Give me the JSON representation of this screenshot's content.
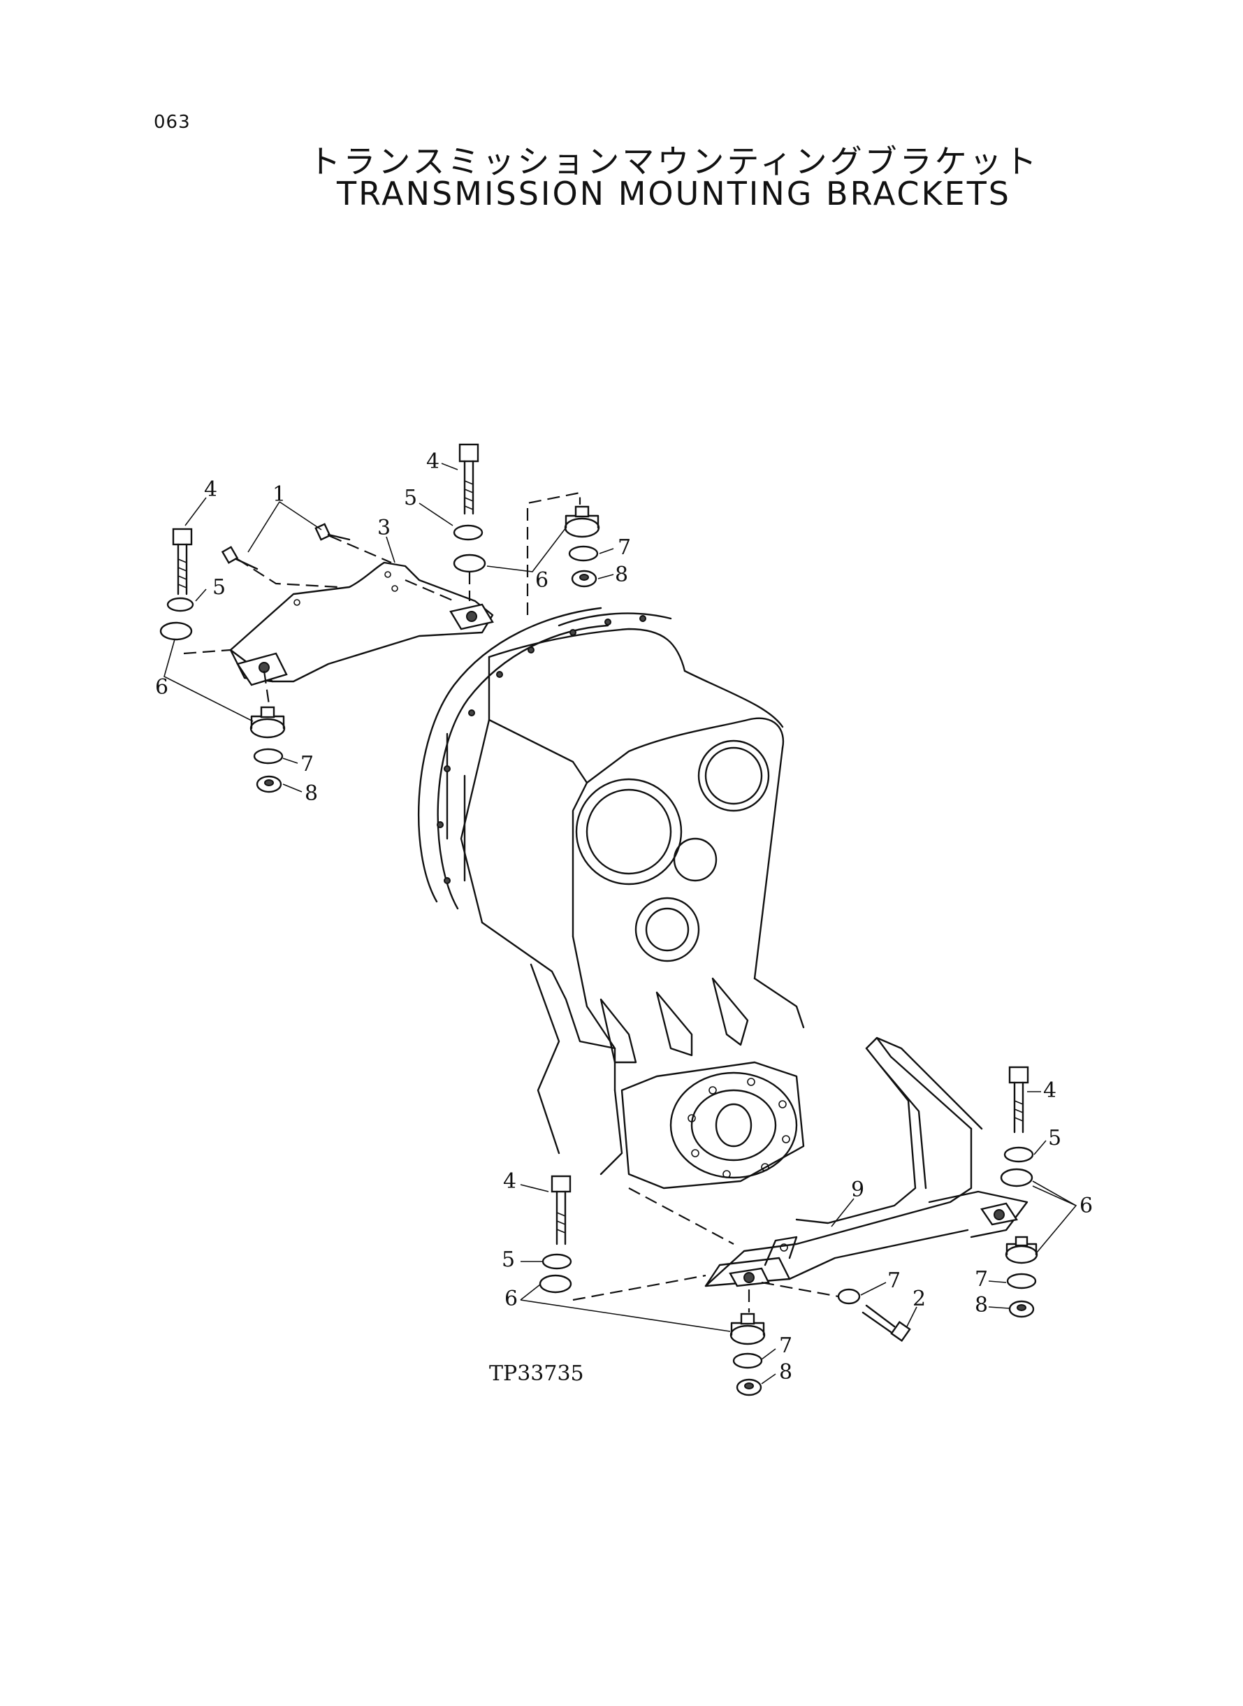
{
  "page_number": "063",
  "title_jp": "トランスミッションマウンティングブラケット",
  "title_en": "TRANSMISSION MOUNTING BRACKETS",
  "figure_code": "TP33735",
  "callouts": {
    "left_bolt_4": "4",
    "left_washer_5": "5",
    "left_bolts_1": "1",
    "left_bracket_3": "3",
    "left_mount_6": "6",
    "left_washer_7": "7",
    "left_nut_8": "8",
    "top_bolt_4": "4",
    "top_washer_5": "5",
    "top_mount_6": "6",
    "top_washer_7": "7",
    "top_nut_8": "8",
    "right_bolt_4": "4",
    "right_washer_5": "5",
    "right_mount_6": "6",
    "right_washer_7": "7",
    "right_nut_8": "8",
    "bottom_bolt_4": "4",
    "bottom_washer_5": "5",
    "bottom_mount_6": "6",
    "bottom_washer_7": "7",
    "bottom_nut_8": "8",
    "bracket_9": "9",
    "bolt_2": "2",
    "washer_7_mid": "7"
  }
}
